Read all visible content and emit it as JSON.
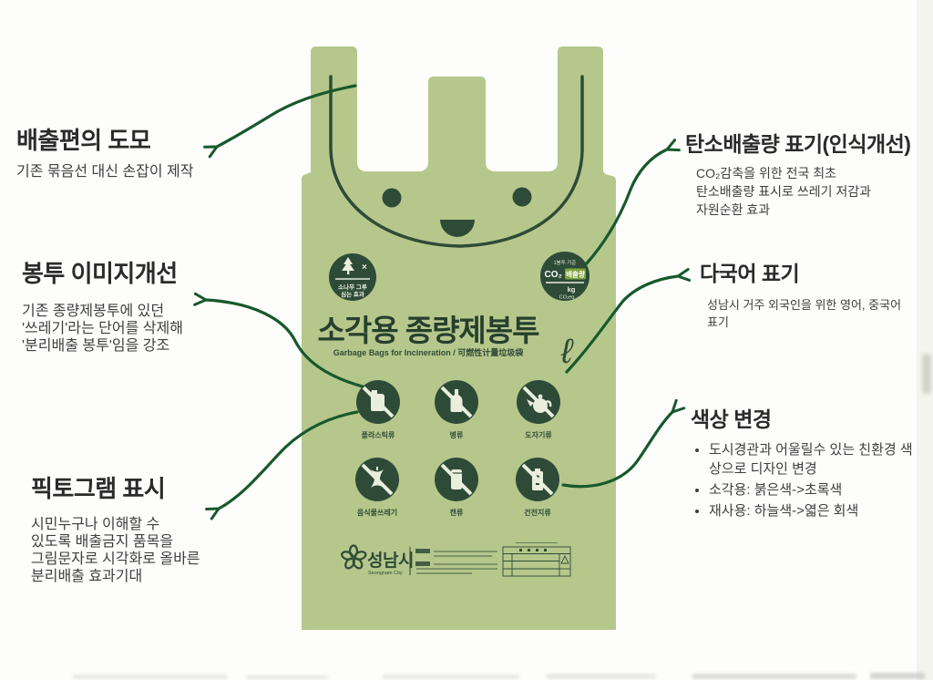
{
  "colors": {
    "bag_green": "#b6c78c",
    "dark_green": "#2e4b37",
    "arrow_green": "#17592c",
    "highlight_green": "#7ea43e"
  },
  "annotations": {
    "left": [
      {
        "title": "배출편의 도모",
        "lines": [
          "기존 묶음선 대신 손잡이 제작"
        ]
      },
      {
        "title": "봉투 이미지개선",
        "lines": [
          "기존 종량제봉투에 있던",
          "'쓰레기'라는 단어를 삭제해",
          "'분리배출 봉투'임을 강조"
        ]
      },
      {
        "title": "픽토그램 표시",
        "lines": [
          "시민누구나 이해할 수",
          "있도록 배출금지 품목을",
          "그림문자로 시각화로 올바른",
          "분리배출 효과기대"
        ]
      }
    ],
    "right": [
      {
        "title": "탄소배출량 표기(인식개선)",
        "lines": [
          "CO₂감축을 위한 전국 최초",
          "탄소배출량 표시로 쓰레기 저감과",
          "자원순환 효과"
        ]
      },
      {
        "title": "다국어 표기",
        "lines": [
          "성남시 거주 외국인을 위한 영어, 중국어",
          "표기"
        ]
      },
      {
        "title": "색상 변경",
        "bullets": [
          "도시경관과 어울릴수 있는 친환경 색상으로 디자인 변경",
          "소각용: 붉은색->초록색",
          "재사용: 하늘색->엷은 회색"
        ]
      }
    ]
  },
  "bag": {
    "title": "소각용 종량제봉투",
    "subtitle": "Garbage Bags for Incineration / 可燃性计量垃圾袋",
    "liter_symbol": "ℓ",
    "badges": {
      "tree": {
        "symbol": "×",
        "line1": "소나무 그루",
        "line2": "심는 효과"
      },
      "co2": {
        "top": "1봉투 기준",
        "main_left": "CO₂",
        "main_right": "배출량",
        "unit1": "kg",
        "unit2": "CO₂eq"
      }
    },
    "pictograms": [
      {
        "label": "플라스틱류",
        "icon": "plastic-jug-icon"
      },
      {
        "label": "병류",
        "icon": "bottle-icon"
      },
      {
        "label": "도자기류",
        "icon": "teapot-icon"
      },
      {
        "label": "음식물쓰레기",
        "icon": "apple-core-icon"
      },
      {
        "label": "캔류",
        "icon": "can-icon"
      },
      {
        "label": "건전지류",
        "icon": "battery-icon"
      }
    ],
    "footer": {
      "city": "성남시",
      "city_en": "Seongnam City"
    }
  }
}
